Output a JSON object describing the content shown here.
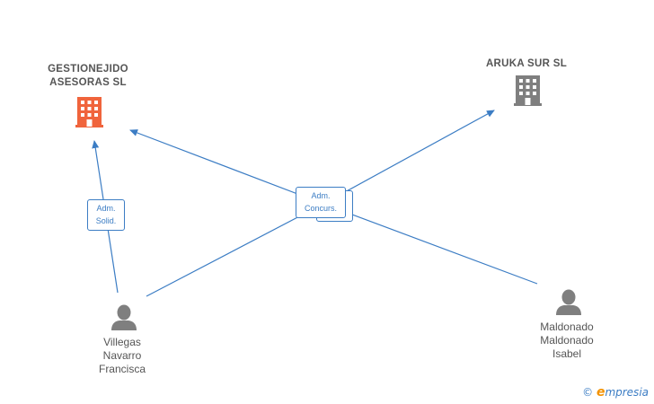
{
  "nodes": {
    "company_gestionejido": {
      "label": "GESTIONEJIDO\nASESORAS SL",
      "color": "#f0643c"
    },
    "company_aruka": {
      "label": "ARUKA SUR SL",
      "color": "#7f7f7f"
    },
    "person_villegas": {
      "label": "Villegas\nNavarro\nFrancisca",
      "color": "#7f7f7f"
    },
    "person_maldonado": {
      "label": "Maldonado\nMaldonado\nIsabel",
      "color": "#7f7f7f"
    }
  },
  "edges": {
    "adm_solid": {
      "line1": "Adm.",
      "line2": "Solid."
    },
    "adm_concurs": {
      "line1": "Adm.",
      "line2": "Concurs."
    }
  },
  "edge_color": "#3c7dc4",
  "watermark": {
    "copyright": "©",
    "brand_initial": "e",
    "brand_rest": "mpresia"
  }
}
